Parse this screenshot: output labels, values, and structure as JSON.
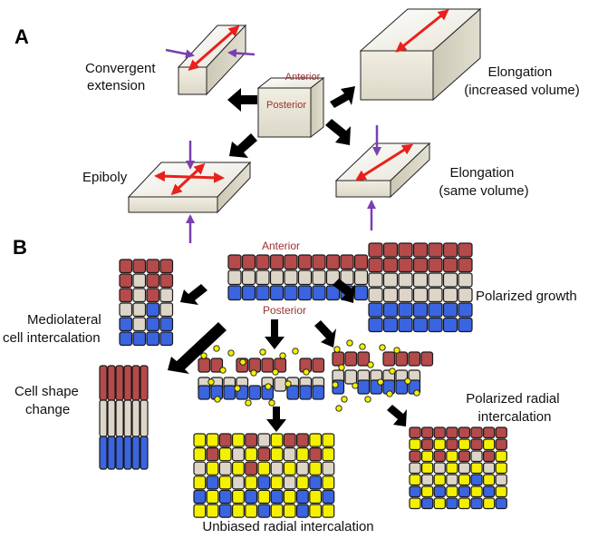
{
  "panel_a": {
    "letter": "A",
    "center_top": "Anterior",
    "center_bottom": "Posterior",
    "convergent_extension": [
      "Convergent",
      "extension"
    ],
    "elongation_increased": [
      "Elongation",
      "(increased volume)"
    ],
    "epiboly": "Epiboly",
    "elongation_same": [
      "Elongation",
      "(same volume)"
    ]
  },
  "panel_b": {
    "letter": "B",
    "center_top": "Anterior",
    "center_bottom": "Posterior",
    "mediolateral": [
      "Mediolateral",
      "cell intercalation"
    ],
    "polarized_growth": "Polarized growth",
    "cell_shape_change": [
      "Cell shape",
      "change"
    ],
    "polarized_radial": [
      "Polarized radial",
      "intercalation"
    ],
    "unbiased_radial": "Unbiased radial intercalation"
  },
  "colors": {
    "red_cell": "#b54a4a",
    "beige_cell": "#ddd6c8",
    "blue_cell": "#3a64e0",
    "yellow_cell": "#f3f000",
    "red_arrow": "#e8211c",
    "purple_arrow": "#7a3fb0",
    "label_red": "#a03030",
    "box_face": "#ece9dc"
  }
}
